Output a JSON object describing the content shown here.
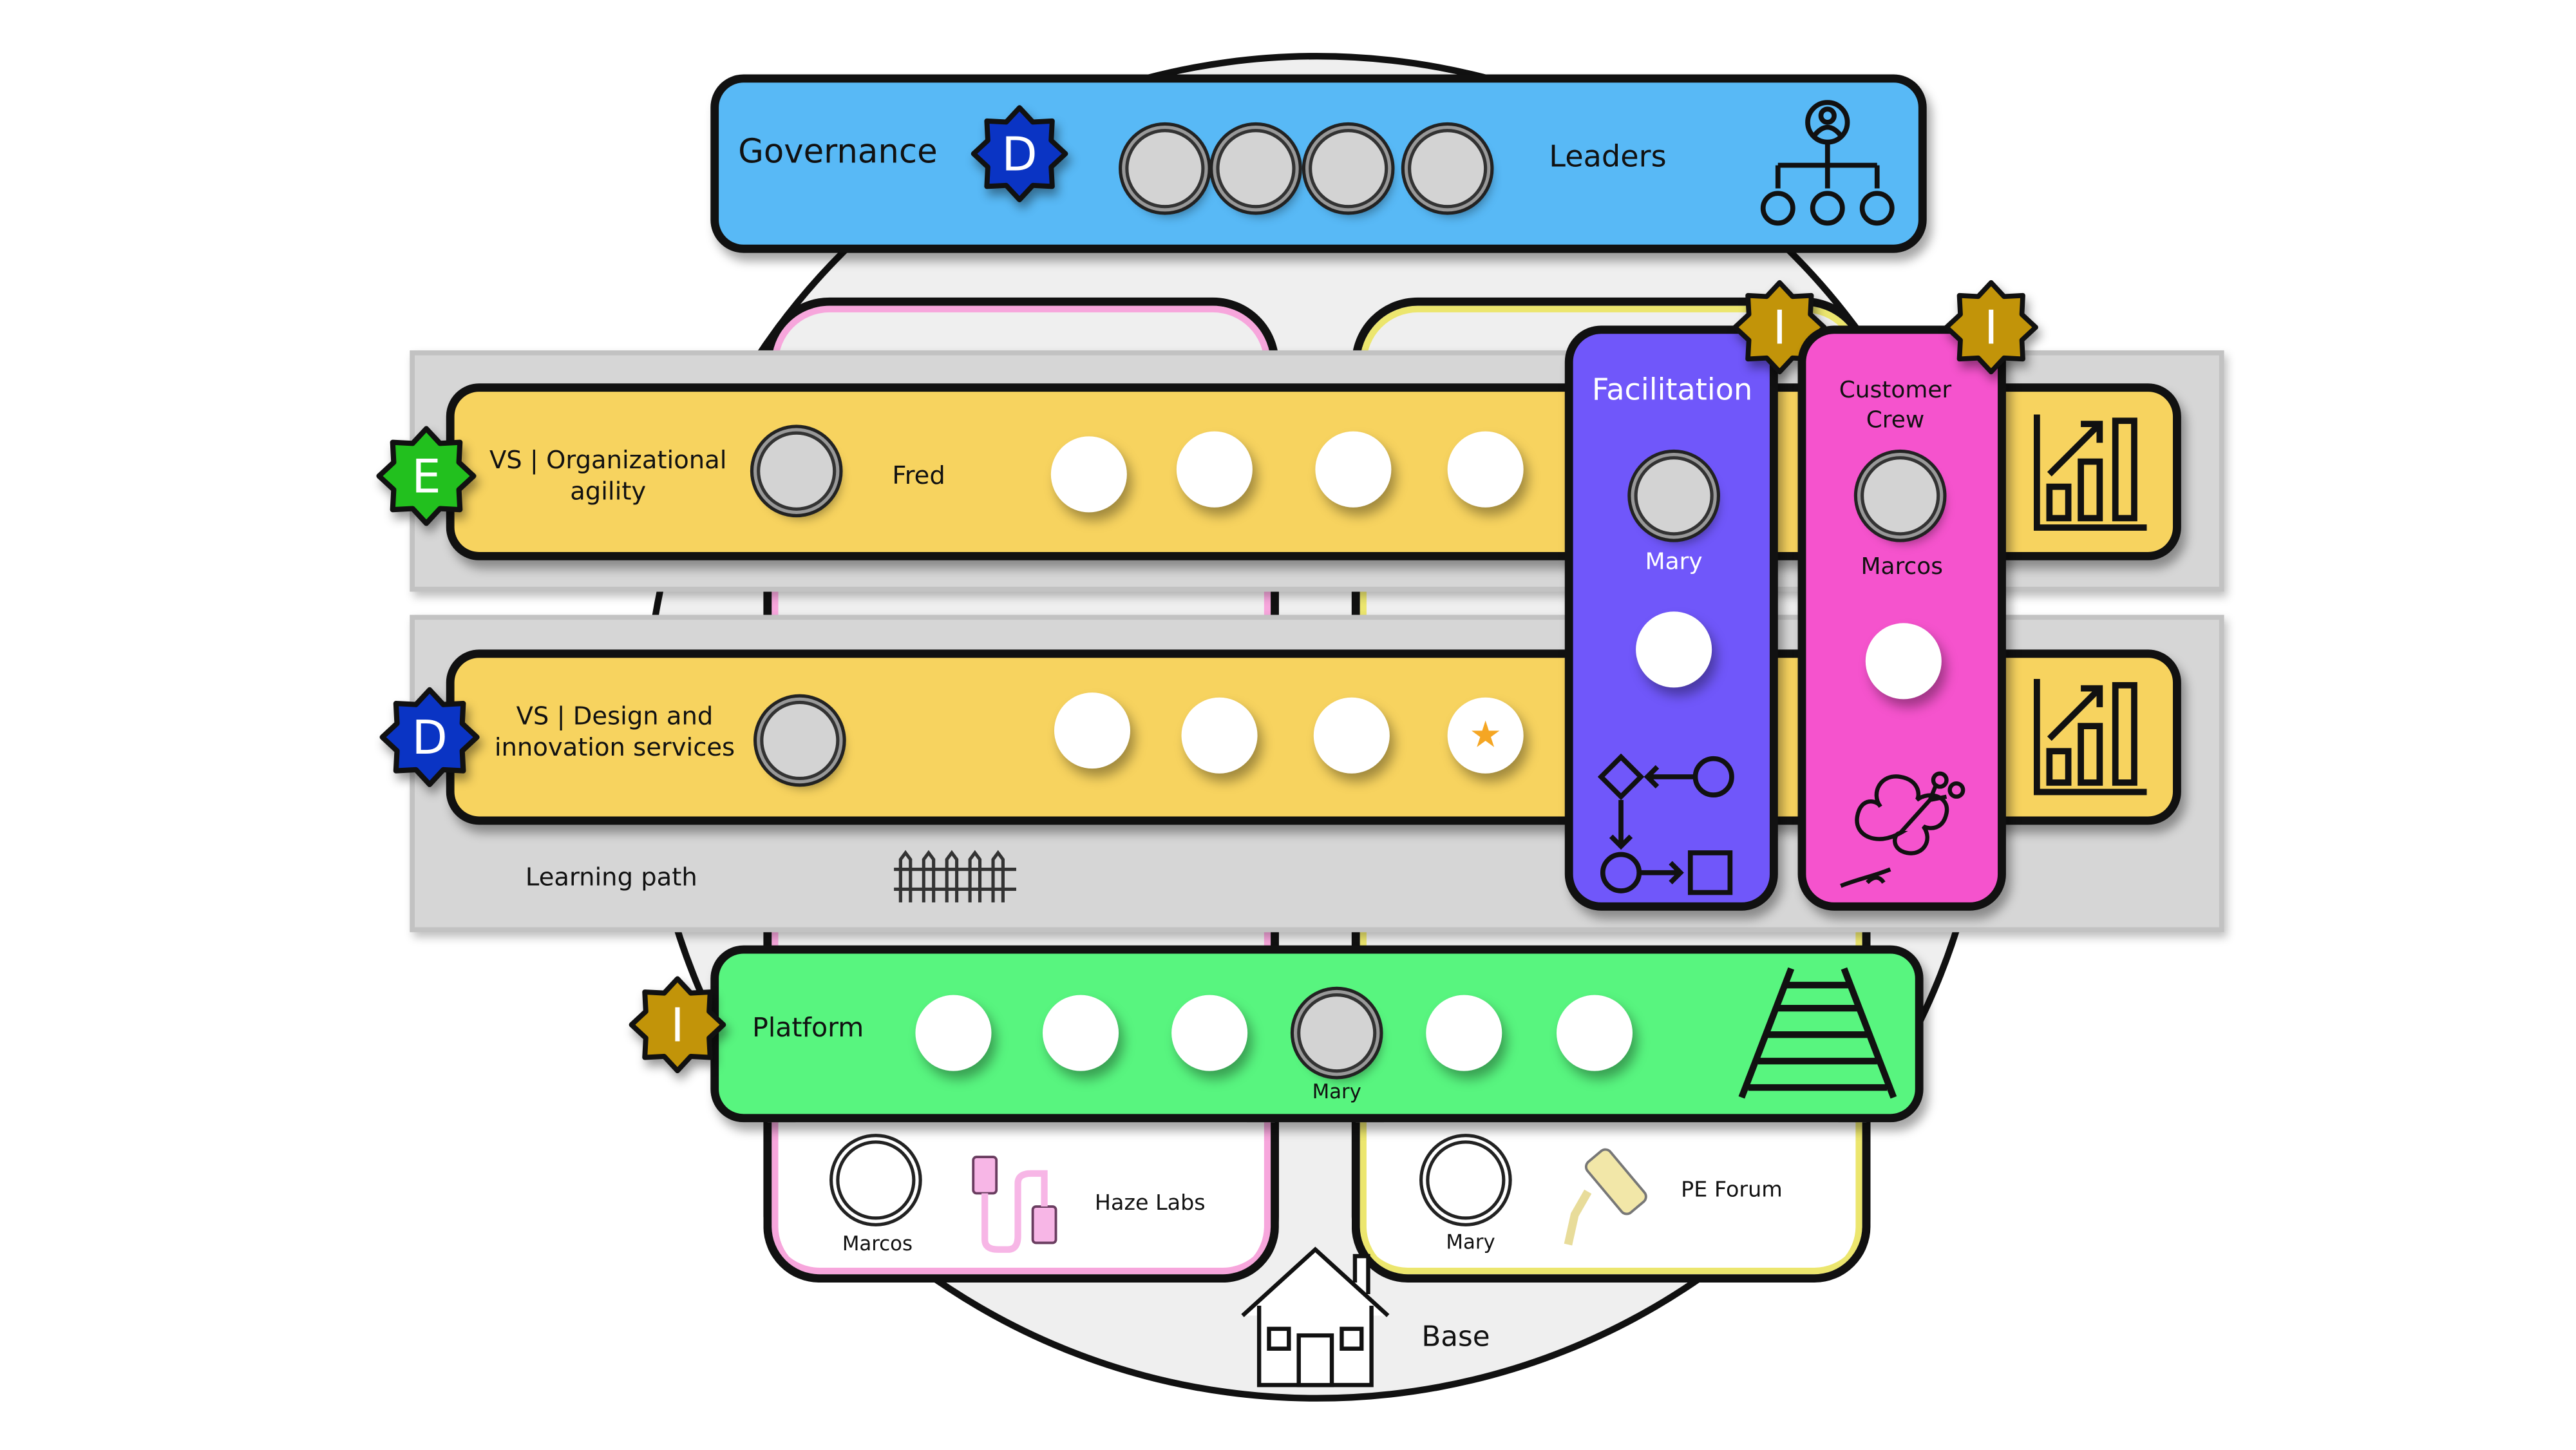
{
  "colors": {
    "governance": "#58b9f6",
    "value_stream": "#f7d35f",
    "facilitation": "#7057fa",
    "customer_crew": "#f553cd",
    "platform": "#58f57f",
    "badge_E": "#22c01e",
    "badge_D": "#0a34c4",
    "badge_I": "#c29409"
  },
  "governance": {
    "label": "Governance",
    "badge": "D",
    "group_label": "Leaders",
    "icon": "org-chart-icon"
  },
  "value_streams": [
    {
      "badge": "E",
      "label": "VS | Organizational\nagility",
      "lead": "Fred",
      "trend_icon": "bar-chart-growth-icon"
    },
    {
      "badge": "D",
      "label": "VS | Design and\ninnovation services",
      "trend_icon": "bar-chart-growth-icon",
      "special_icon": "shooting-star-icon"
    }
  ],
  "learning_path": {
    "label": "Learning path",
    "icon": "fence-icon"
  },
  "facilitation": {
    "title": "Facilitation",
    "badge": "I",
    "member": "Mary",
    "icon": "flowchart-icon"
  },
  "customer_crew": {
    "title": "Customer\nCrew",
    "badge": "I",
    "member": "Marcos",
    "icon": "hibiscus-icon"
  },
  "platform": {
    "label": "Platform",
    "badge": "I",
    "member": "Mary",
    "icon": "railway-track-icon"
  },
  "communities": [
    {
      "name": "Haze Labs",
      "member": "Marcos",
      "icon": "usb-cable-icon"
    },
    {
      "name": "PE Forum",
      "member": "Mary",
      "icon": "paint-roller-icon"
    }
  ],
  "base": {
    "label": "Base",
    "icon": "house-icon"
  }
}
